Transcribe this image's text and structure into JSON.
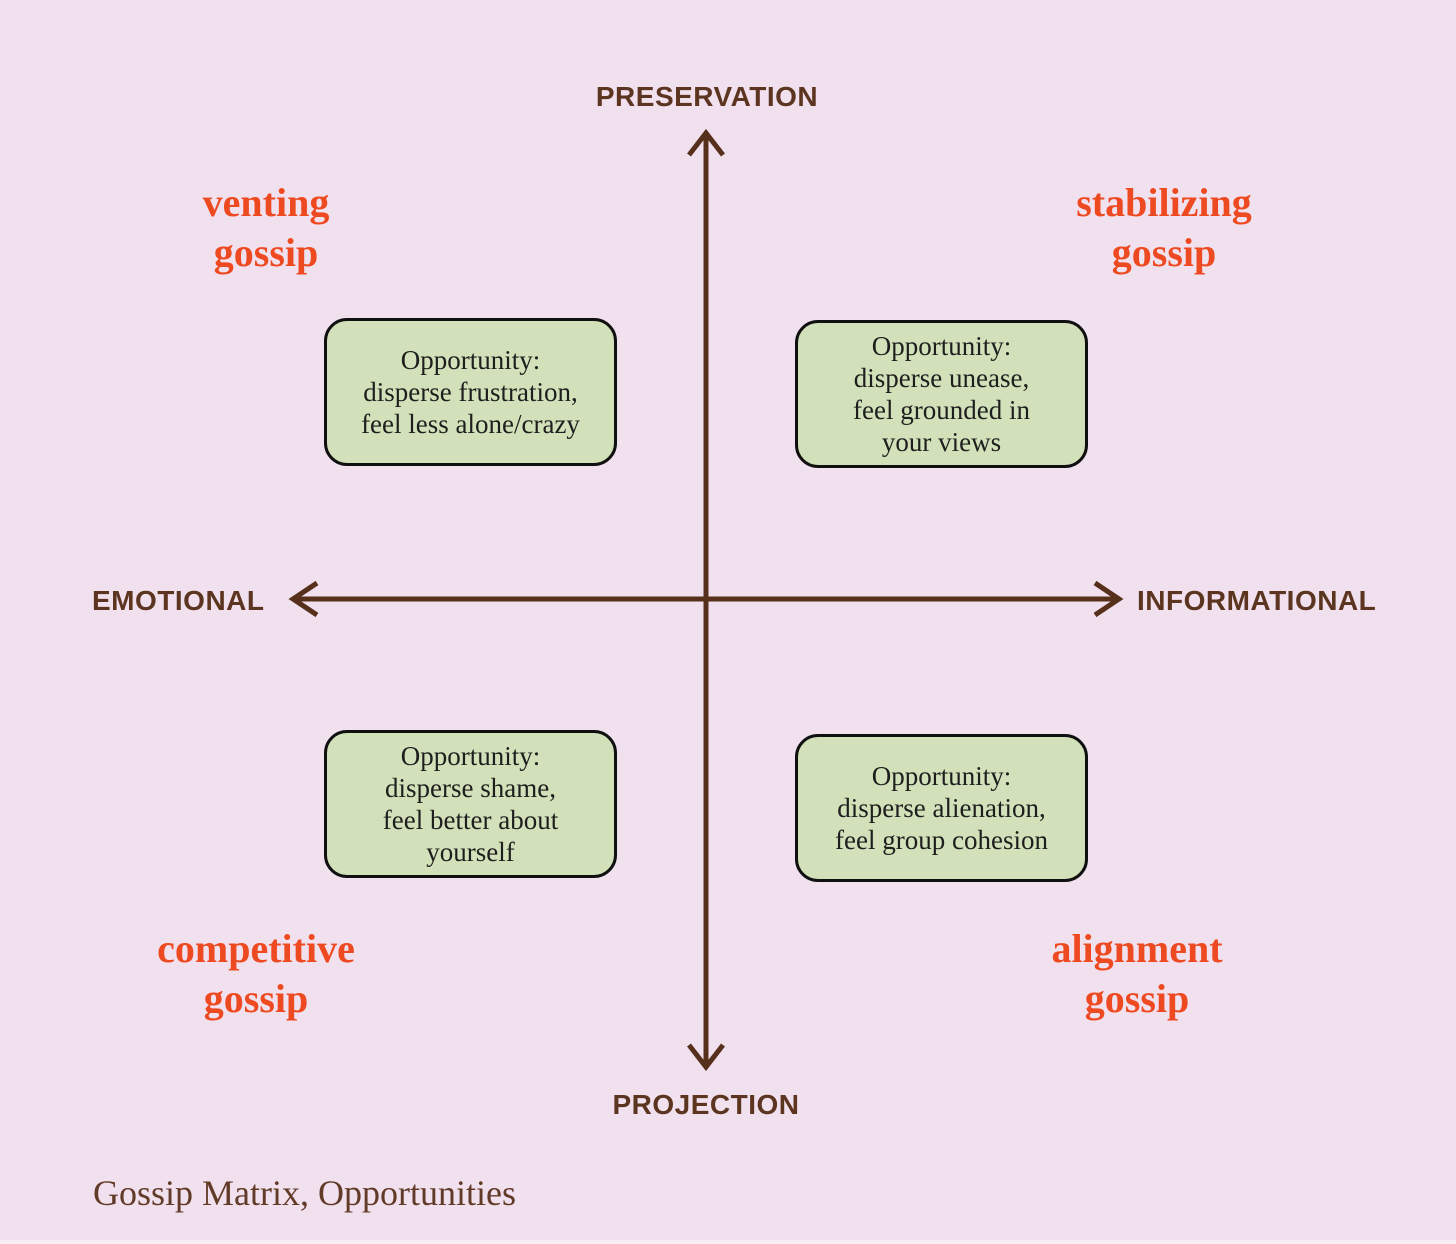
{
  "axes": {
    "top": "PRESERVATION",
    "bottom": "PROJECTION",
    "left": "EMOTIONAL",
    "right": "INFORMATIONAL"
  },
  "quadrants": {
    "top_left": {
      "label": "venting\ngossip",
      "opportunity": "Opportunity:\ndisperse frustration,\nfeel less alone/crazy"
    },
    "top_right": {
      "label": "stabilizing\ngossip",
      "opportunity": "Opportunity:\ndisperse unease,\nfeel grounded in\nyour views"
    },
    "bottom_left": {
      "label": "competitive\ngossip",
      "opportunity": "Opportunity:\ndisperse shame,\nfeel better about\nyourself"
    },
    "bottom_right": {
      "label": "alignment\ngossip",
      "opportunity": "Opportunity:\ndisperse alienation,\nfeel group cohesion"
    }
  },
  "caption": {
    "text": "Gossip Matrix, Opportunities"
  },
  "colors": {
    "background": "#f1e0ed",
    "axis_brown": "#56301b",
    "axis_label_brown": "#5b3520",
    "quadrant_label_orange": "#ee4a21",
    "box_fill_green": "#d2e1b9",
    "box_border_black": "#101010",
    "box_text": "#1e1e1e",
    "caption_brown": "#613a28"
  }
}
